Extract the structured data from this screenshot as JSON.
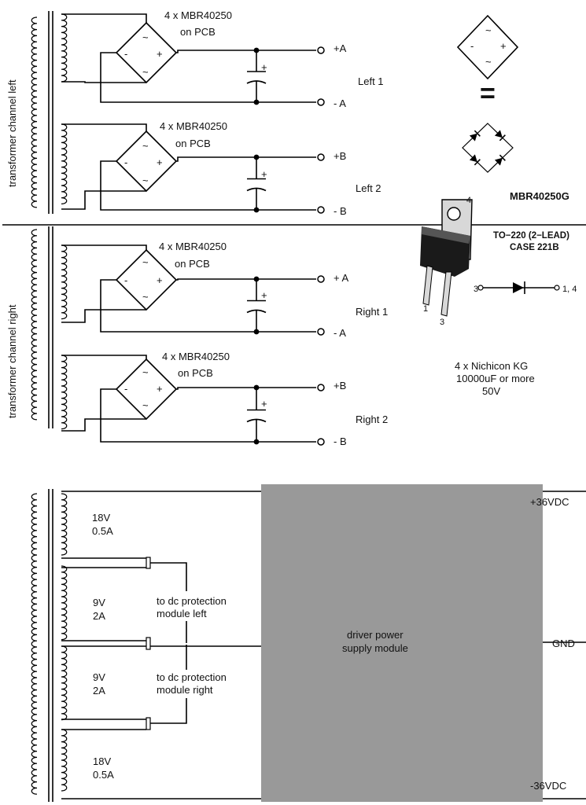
{
  "upper": {
    "channel_left_label": "transformer channel left",
    "channel_right_label": "transformer channel right",
    "rectifier_count_label": "4 x MBR40250",
    "rectifier_on_pcb": "on PCB",
    "bridge_ac": "~",
    "bridge_minus": "-",
    "bridge_plus": "+",
    "cap_plus": "+",
    "rails": [
      {
        "name": "Left 1",
        "pos": "+A",
        "neg": "- A"
      },
      {
        "name": "Left 2",
        "pos": "+B",
        "neg": "- B"
      },
      {
        "name": "Right 1",
        "pos": "+ A",
        "neg": "- A"
      },
      {
        "name": "Right 2",
        "pos": "+B",
        "neg": "- B"
      }
    ]
  },
  "legend": {
    "equals": "=",
    "part_name": "MBR40250G",
    "package_line1": "TO−220 (2−LEAD)",
    "package_line2": "CASE 221B",
    "pin_tab": "4",
    "pin_1": "1",
    "pin_3": "3",
    "symbol_anode": "3",
    "symbol_cathode": "1, 4",
    "caps_line1": "4 x Nichicon KG",
    "caps_line2": "10000uF or more",
    "caps_line3": "50V"
  },
  "lower": {
    "windings": [
      {
        "voltage": "18V",
        "current": "0.5A"
      },
      {
        "voltage": "9V",
        "current": "2A"
      },
      {
        "voltage": "9V",
        "current": "2A"
      },
      {
        "voltage": "18V",
        "current": "0.5A"
      }
    ],
    "dc_left_line1": "to dc protection",
    "dc_left_line2": "module left",
    "dc_right_line1": "to dc protection",
    "dc_right_line2": "module right",
    "module_line1": "driver power",
    "module_line2": "supply module",
    "out_pos": "+36VDC",
    "out_gnd": "GND",
    "out_neg": "-36VDC"
  },
  "colors": {
    "wire": "#000000",
    "module_fill": "#999999",
    "package_dark": "#1a1a1a",
    "package_light": "#d8d8d8"
  }
}
